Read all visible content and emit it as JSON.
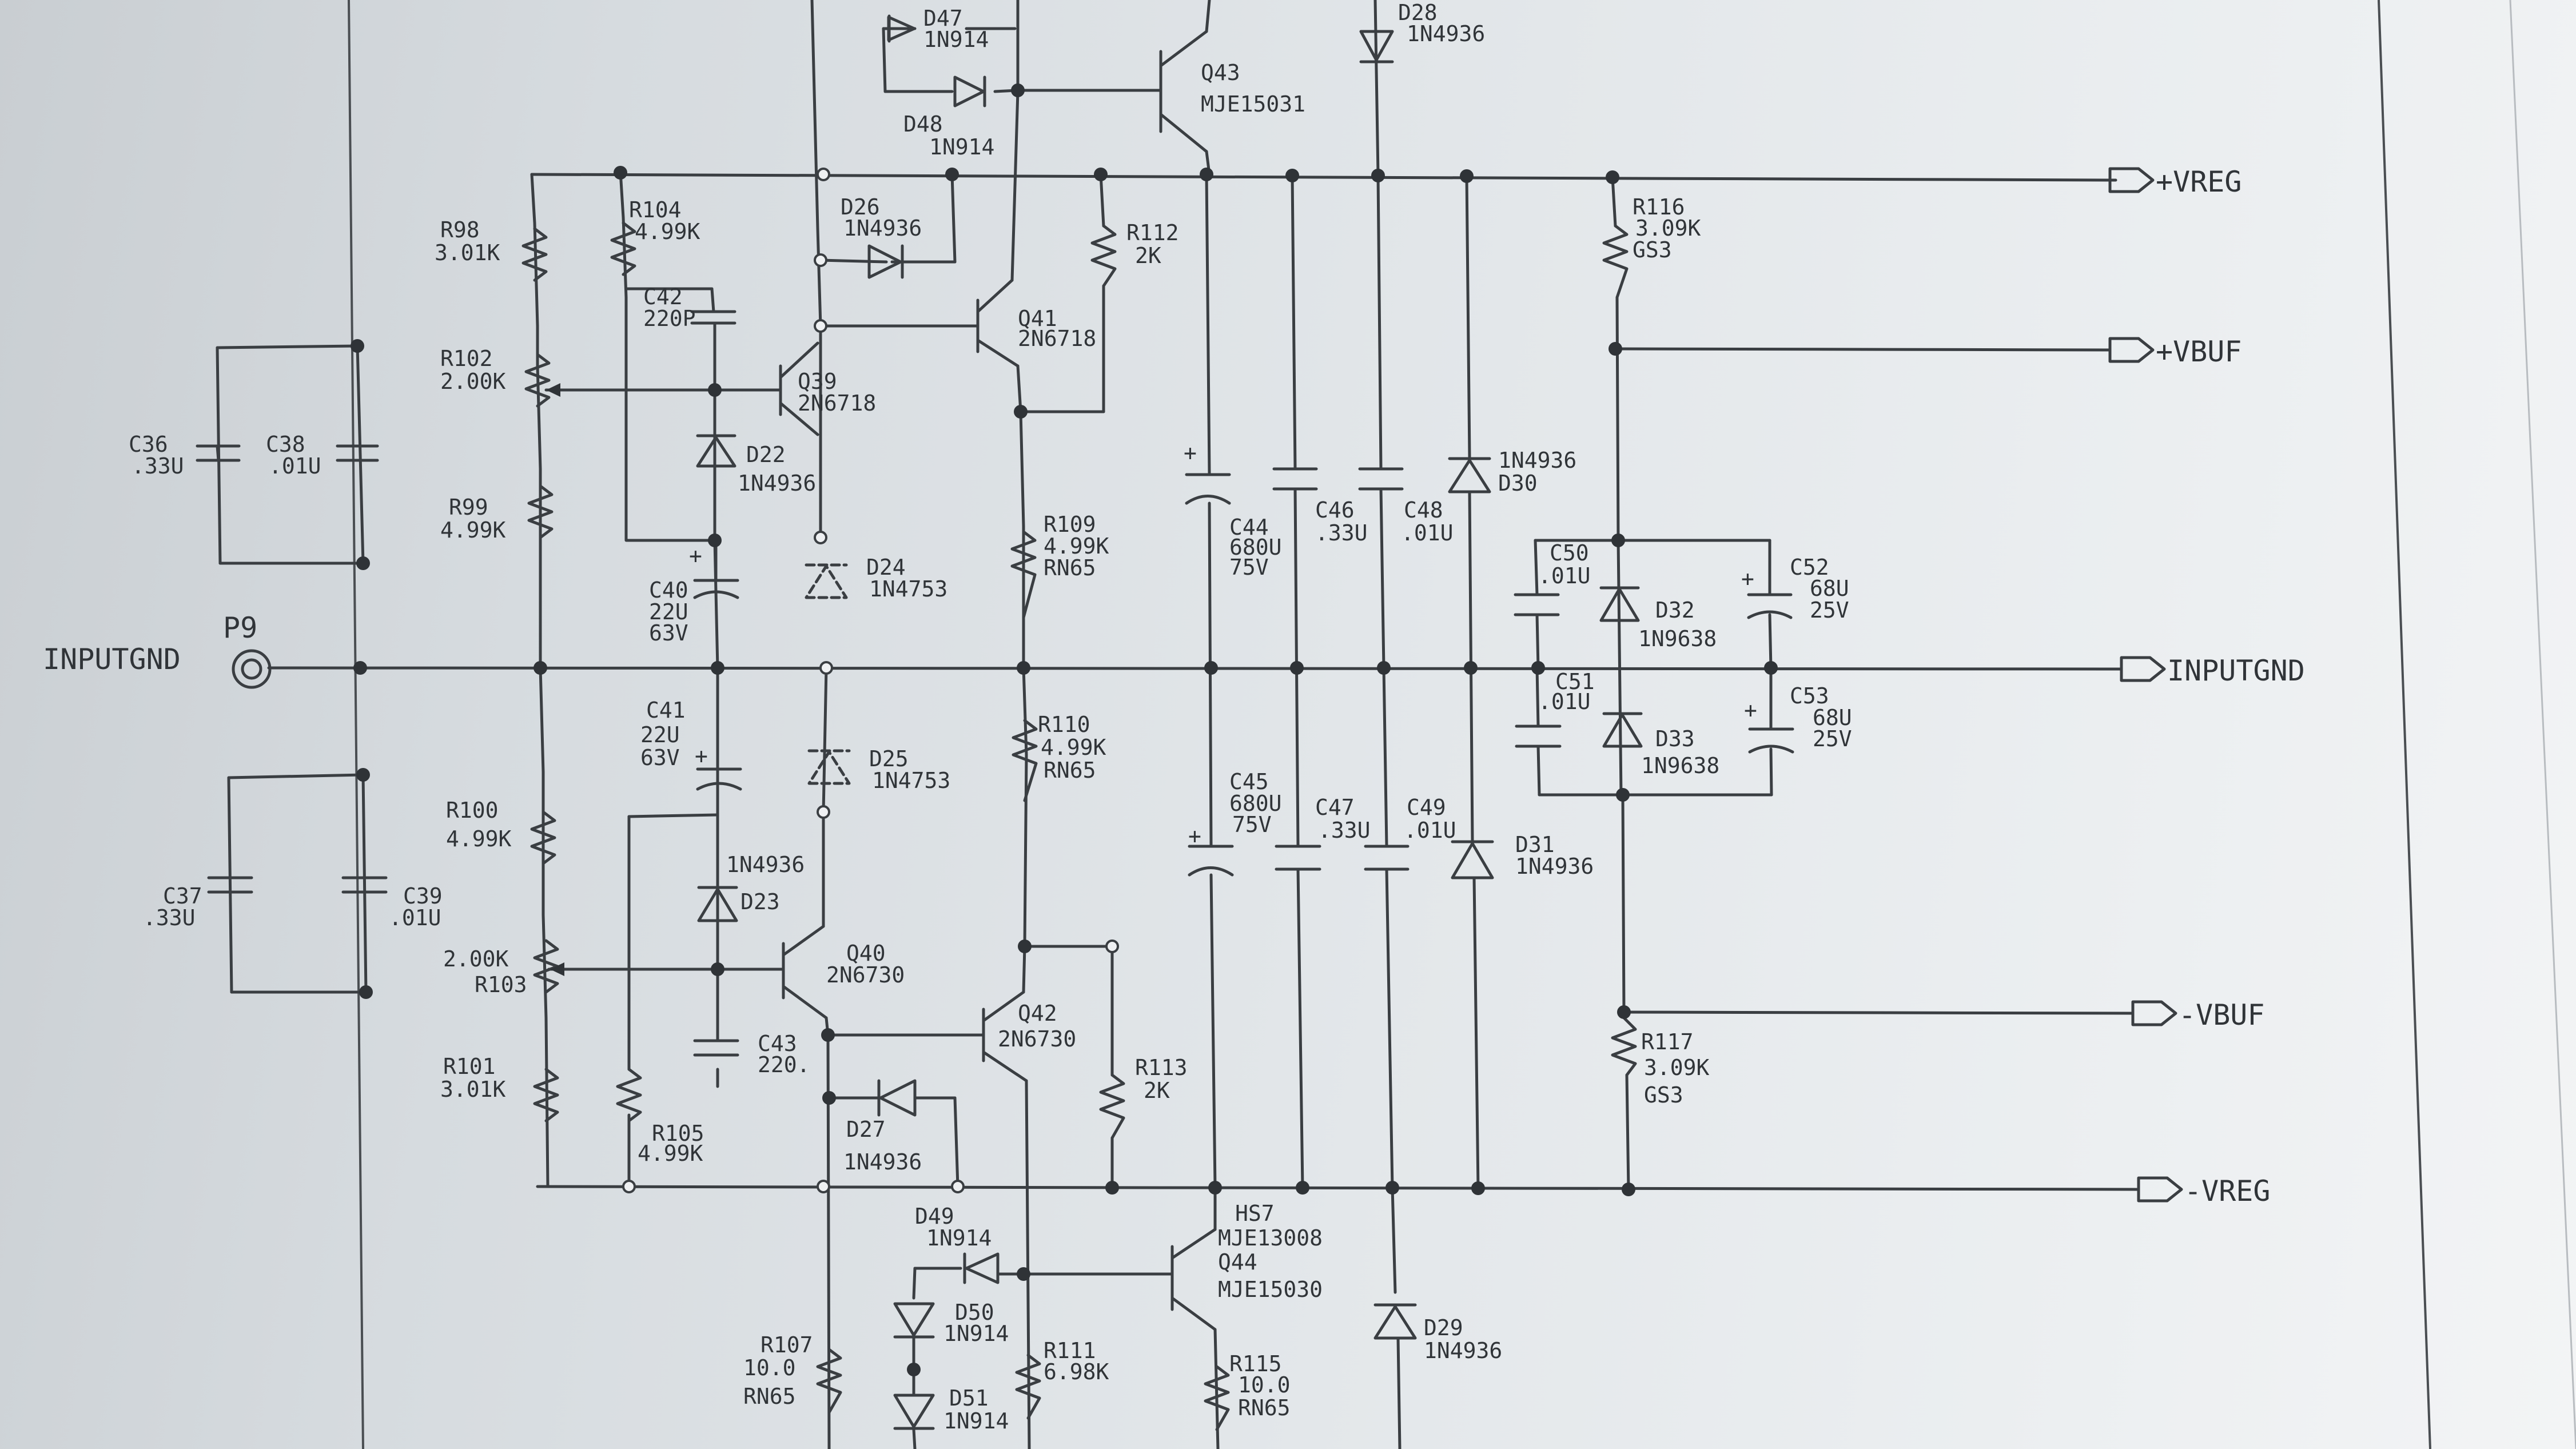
{
  "schematic": {
    "connector": {
      "ref": "P9",
      "label": "INPUTGND"
    },
    "ports": {
      "vreg_pos": "+VREG",
      "vbuf_pos": "+VBUF",
      "inputgnd": "INPUTGND",
      "vbuf_neg": "-VBUF",
      "vreg_neg": "-VREG"
    },
    "components": {
      "d47": {
        "ref": "D47",
        "value": "1N914"
      },
      "d48": {
        "ref": "D48",
        "value": "1N914"
      },
      "q43": {
        "ref": "Q43",
        "value": "MJE15031"
      },
      "d28": {
        "ref": "D28",
        "value": "1N4936"
      },
      "r98": {
        "ref": "R98",
        "value": "3.01K"
      },
      "r104": {
        "ref": "R104",
        "value": "4.99K"
      },
      "d26": {
        "ref": "D26",
        "value": "1N4936"
      },
      "r112": {
        "ref": "R112",
        "value": "2K"
      },
      "r116": {
        "ref": "R116",
        "value": "3.09K",
        "tol": "GS3"
      },
      "c42": {
        "ref": "C42",
        "value": "220P"
      },
      "q41": {
        "ref": "Q41",
        "value": "2N6718"
      },
      "r102": {
        "ref": "R102",
        "value": "2.00K"
      },
      "q39": {
        "ref": "Q39",
        "value": "2N6718"
      },
      "c36": {
        "ref": "C36",
        "value": ".33U"
      },
      "c38": {
        "ref": "C38",
        "value": ".01U"
      },
      "d22": {
        "ref": "D22",
        "value": "1N4936"
      },
      "d30": {
        "ref": "D30",
        "value": "1N4936"
      },
      "c44": {
        "ref": "C44",
        "value": "680U",
        "rating": "75V"
      },
      "c46": {
        "ref": "C46",
        "value": ".33U"
      },
      "c48": {
        "ref": "C48",
        "value": ".01U"
      },
      "r99": {
        "ref": "R99",
        "value": "4.99K"
      },
      "r109": {
        "ref": "R109",
        "value": "4.99K",
        "type": "RN65"
      },
      "d24": {
        "ref": "D24",
        "value": "1N4753"
      },
      "c50": {
        "ref": "C50",
        "value": ".01U"
      },
      "c52": {
        "ref": "C52",
        "value": "68U",
        "rating": "25V"
      },
      "c40": {
        "ref": "C40",
        "value": "22U",
        "rating": "63V"
      },
      "d32": {
        "ref": "D32",
        "value": "1N9638"
      },
      "c51": {
        "ref": "C51",
        "value": ".01U"
      },
      "c53": {
        "ref": "C53",
        "value": "68U",
        "rating": "25V"
      },
      "c41": {
        "ref": "C41",
        "value": "22U",
        "rating": "63V"
      },
      "r110": {
        "ref": "R110",
        "value": "4.99K",
        "type": "RN65"
      },
      "d33": {
        "ref": "D33",
        "value": "1N9638"
      },
      "d25": {
        "ref": "D25",
        "value": "1N4753"
      },
      "r100": {
        "ref": "R100",
        "value": "4.99K"
      },
      "c45": {
        "ref": "C45",
        "value": "680U",
        "rating": "75V"
      },
      "c47": {
        "ref": "C47",
        "value": ".33U"
      },
      "c49": {
        "ref": "C49",
        "value": ".01U"
      },
      "d31": {
        "ref": "D31",
        "value": "1N4936"
      },
      "d23": {
        "ref": "D23",
        "value": "1N4936"
      },
      "c37": {
        "ref": "C37",
        "value": ".33U"
      },
      "c39": {
        "ref": "C39",
        "value": ".01U"
      },
      "r103": {
        "ref": "R103",
        "value": "2.00K"
      },
      "q40": {
        "ref": "Q40",
        "value": "2N6730"
      },
      "q42": {
        "ref": "Q42",
        "value": "2N6730"
      },
      "r117": {
        "ref": "R117",
        "value": "3.09K",
        "tol": "GS3"
      },
      "c43": {
        "ref": "C43",
        "value": "220."
      },
      "r113": {
        "ref": "R113",
        "value": "2K"
      },
      "r101": {
        "ref": "R101",
        "value": "3.01K"
      },
      "d27": {
        "ref": "D27",
        "value": "1N4936"
      },
      "r105": {
        "ref": "R105",
        "value": "4.99K"
      },
      "hs7": {
        "ref": "HS7",
        "value": "MJE13008"
      },
      "q44": {
        "ref": "Q44",
        "value": "MJE15030"
      },
      "d49": {
        "ref": "D49",
        "value": "1N914"
      },
      "d50": {
        "ref": "D50",
        "value": "1N914"
      },
      "d29": {
        "ref": "D29",
        "value": "1N4936"
      },
      "r107": {
        "ref": "R107",
        "value": "10.0",
        "type": "RN65"
      },
      "r111": {
        "ref": "R111",
        "value": "6.98K"
      },
      "r115": {
        "ref": "R115",
        "value": "10.0",
        "type": "RN65"
      },
      "d51": {
        "ref": "D51",
        "value": "1N914"
      }
    }
  }
}
